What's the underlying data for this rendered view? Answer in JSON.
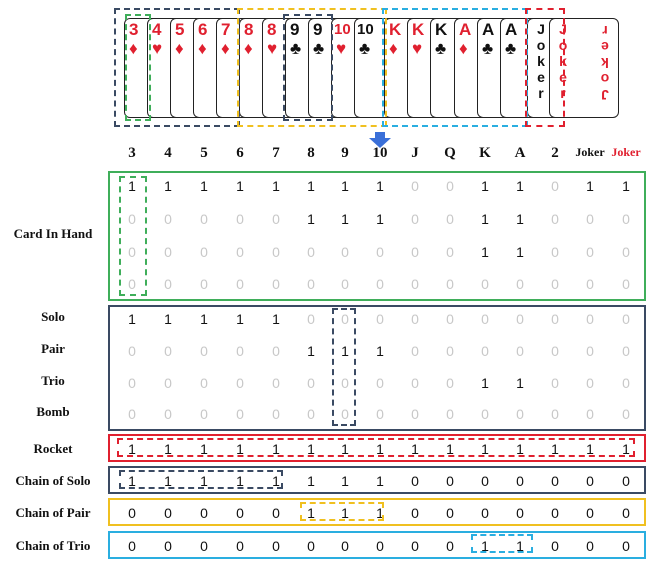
{
  "cards": [
    {
      "rank": "3",
      "suit": "♦",
      "color": "red"
    },
    {
      "rank": "4",
      "suit": "♥",
      "color": "red"
    },
    {
      "rank": "5",
      "suit": "♦",
      "color": "red"
    },
    {
      "rank": "6",
      "suit": "♦",
      "color": "red"
    },
    {
      "rank": "7",
      "suit": "♦",
      "color": "red"
    },
    {
      "rank": "8",
      "suit": "♦",
      "color": "red"
    },
    {
      "rank": "8",
      "suit": "♥",
      "color": "red"
    },
    {
      "rank": "9",
      "suit": "♣",
      "color": "black"
    },
    {
      "rank": "9",
      "suit": "♣",
      "color": "black"
    },
    {
      "rank": "10",
      "suit": "♥",
      "color": "red"
    },
    {
      "rank": "10",
      "suit": "♣",
      "color": "black"
    },
    {
      "rank": "K",
      "suit": "♦",
      "color": "red"
    },
    {
      "rank": "K",
      "suit": "♥",
      "color": "red"
    },
    {
      "rank": "K",
      "suit": "♣",
      "color": "black"
    },
    {
      "rank": "A",
      "suit": "♦",
      "color": "red"
    },
    {
      "rank": "A",
      "suit": "♣",
      "color": "black"
    },
    {
      "rank": "A",
      "suit": "♣",
      "color": "black"
    },
    {
      "rank": "Joker",
      "suit": "",
      "color": "black"
    },
    {
      "rank": "Joker",
      "suit": "",
      "color": "red"
    }
  ],
  "columns": [
    "3",
    "4",
    "5",
    "6",
    "7",
    "8",
    "9",
    "10",
    "J",
    "Q",
    "K",
    "A",
    "2",
    "Joker",
    "Joker"
  ],
  "column_colors": [
    "#111",
    "#111",
    "#111",
    "#111",
    "#111",
    "#111",
    "#111",
    "#111",
    "#111",
    "#111",
    "#111",
    "#111",
    "#111",
    "#111",
    "#e0202f"
  ],
  "sections": [
    {
      "label": "Card In Hand",
      "color": "#3fae5a",
      "rows": [
        [
          1,
          1,
          1,
          1,
          1,
          1,
          1,
          1,
          0,
          0,
          1,
          1,
          0,
          1,
          1
        ],
        [
          0,
          0,
          0,
          0,
          0,
          1,
          1,
          1,
          0,
          0,
          1,
          1,
          0,
          0,
          0
        ],
        [
          0,
          0,
          0,
          0,
          0,
          0,
          0,
          0,
          0,
          0,
          1,
          1,
          0,
          0,
          0
        ],
        [
          0,
          0,
          0,
          0,
          0,
          0,
          0,
          0,
          0,
          0,
          0,
          0,
          0,
          0,
          0
        ]
      ]
    },
    {
      "label_rows": [
        "Solo",
        "Pair",
        "Trio",
        "Bomb"
      ],
      "color": "#3a4a63",
      "rows": [
        [
          1,
          1,
          1,
          1,
          1,
          0,
          0,
          0,
          0,
          0,
          0,
          0,
          0,
          0,
          0
        ],
        [
          0,
          0,
          0,
          0,
          0,
          1,
          1,
          1,
          0,
          0,
          0,
          0,
          0,
          0,
          0
        ],
        [
          0,
          0,
          0,
          0,
          0,
          0,
          0,
          0,
          0,
          0,
          1,
          1,
          0,
          0,
          0
        ],
        [
          0,
          0,
          0,
          0,
          0,
          0,
          0,
          0,
          0,
          0,
          0,
          0,
          0,
          0,
          0
        ]
      ]
    },
    {
      "label": "Rocket",
      "color": "#e0202f",
      "rows": [
        [
          1,
          1,
          1,
          1,
          1,
          1,
          1,
          1,
          1,
          1,
          1,
          1,
          1,
          1,
          1
        ]
      ]
    },
    {
      "label": "Chain of Solo",
      "color": "#3a4a63",
      "rows": [
        [
          1,
          1,
          1,
          1,
          1,
          1,
          1,
          1,
          0,
          0,
          0,
          0,
          0,
          0,
          0
        ]
      ]
    },
    {
      "label": "Chain of Pair",
      "color": "#f0c020",
      "rows": [
        [
          0,
          0,
          0,
          0,
          0,
          1,
          1,
          1,
          0,
          0,
          0,
          0,
          0,
          0,
          0
        ]
      ]
    },
    {
      "label": "Chain of Trio",
      "color": "#2aaee0",
      "rows": [
        [
          0,
          0,
          0,
          0,
          0,
          0,
          0,
          0,
          0,
          0,
          1,
          1,
          0,
          0,
          0
        ]
      ]
    }
  ],
  "colors": {
    "green": "#3fae5a",
    "navy": "#3a4a63",
    "yellow": "#f0c020",
    "cyan": "#2aaee0",
    "red": "#e0202f",
    "arrow": "#3a6fd8"
  }
}
